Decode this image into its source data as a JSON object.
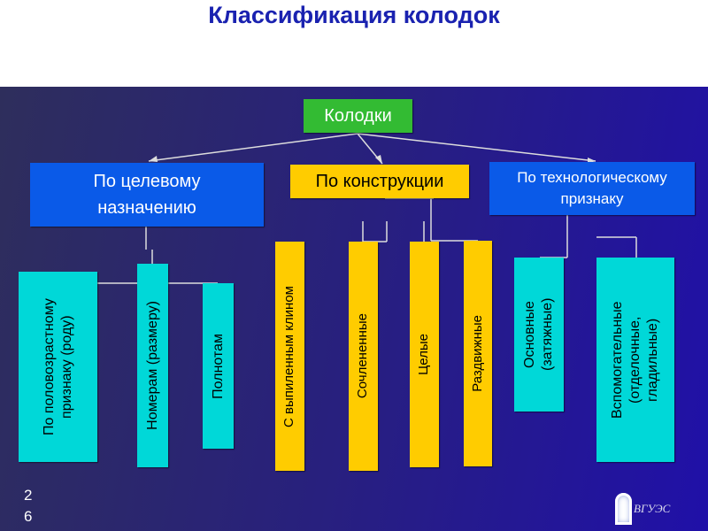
{
  "title": "Классификация колодок",
  "root": "Колодки",
  "categories": [
    {
      "label": "По целевому назначению",
      "color": "#0a5ae8"
    },
    {
      "label": "По конструкции",
      "color": "#ffcc00"
    },
    {
      "label": "По технологическому признаку",
      "color": "#0a5ae8"
    }
  ],
  "purpose_items": [
    "По половозрастному признаку (роду)",
    "Номерам (размеру)",
    "Полнотам"
  ],
  "construction_items": [
    "С выпиленным клином",
    "Сочлененные",
    "Целые",
    "Раздвижные"
  ],
  "tech_items": [
    "Основные (затяжные)",
    "Вспомогательные (отделочные, гладильные)"
  ],
  "page_number": [
    "2",
    "6"
  ],
  "logo_text": "ВГУЭС"
}
